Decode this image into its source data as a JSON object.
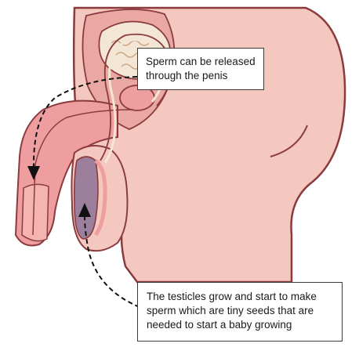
{
  "callouts": {
    "release": {
      "lines": [
        "Sperm can be released",
        "through the penis"
      ]
    },
    "testicles": {
      "lines": [
        "The testicles grow and start to make",
        "sperm which are tiny seeds that are",
        "needed to start a baby growing"
      ]
    }
  },
  "colors": {
    "skin": "#f4c8bf",
    "skin_shadow": "#e9a9a2",
    "organ_pink": "#ef9ea0",
    "organ_outline": "#8b3a3f",
    "testicle_purple": "#9b7f9c",
    "bladder_cream": "#f4e6d4",
    "arrow": "#111111"
  }
}
